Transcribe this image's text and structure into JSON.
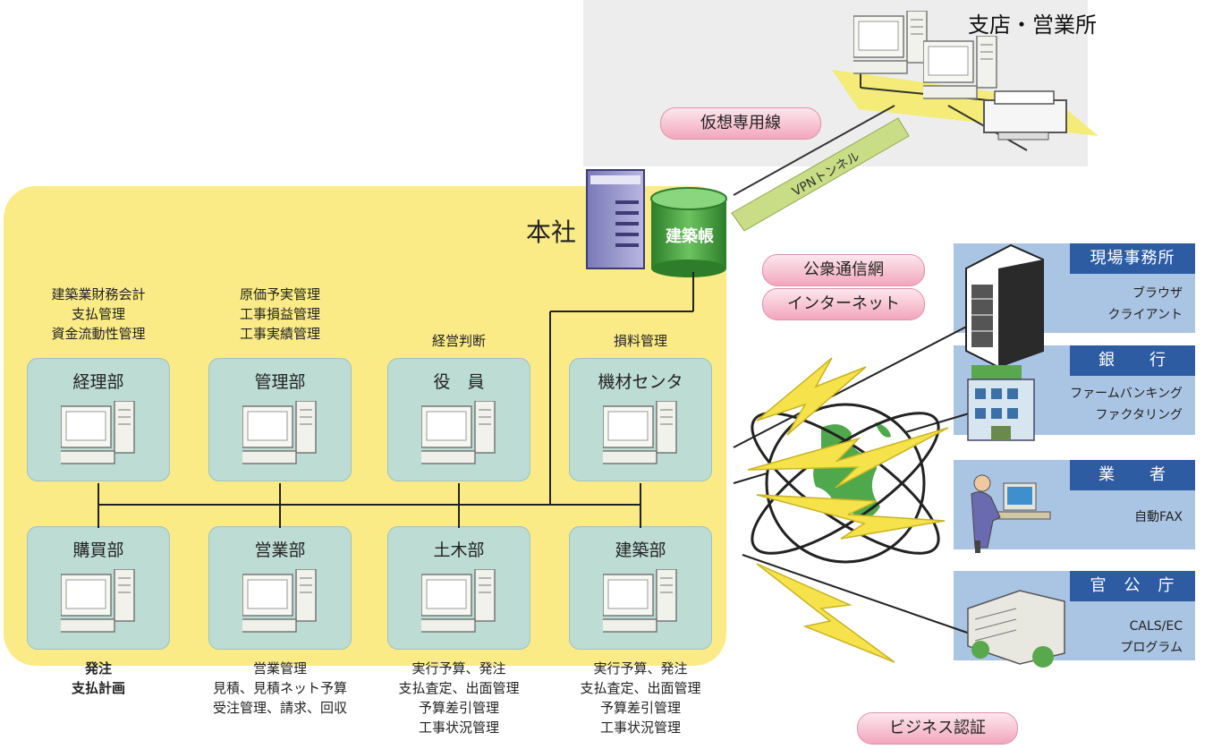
{
  "branch": {
    "label": "支店・営業所"
  },
  "hq": {
    "label": "本社",
    "db_label": "建築帳"
  },
  "pills": {
    "vpn_line": "仮想専用線",
    "public_network": "公衆通信網",
    "internet": "インターネット",
    "business_auth": "ビジネス認証"
  },
  "vpn_tunnel": "VPNトンネル",
  "departments": {
    "accounting": {
      "title": "経理部",
      "note": [
        "建築業財務会計",
        "支払管理",
        "資金流動性管理"
      ]
    },
    "management": {
      "title": "管理部",
      "note": [
        "原価予実管理",
        "工事損益管理",
        "工事実績管理"
      ]
    },
    "executive": {
      "title": "役　員",
      "note": [
        "経営判断"
      ]
    },
    "equipment": {
      "title": "機材センタ",
      "note": [
        "損料管理"
      ]
    },
    "purchasing": {
      "title": "購買部",
      "note": [
        "発注",
        "支払計画"
      ]
    },
    "sales": {
      "title": "営業部",
      "note": [
        "営業管理",
        "見積、見積ネット予算",
        "受注管理、請求、回収"
      ]
    },
    "civil": {
      "title": "土木部",
      "note": [
        "実行予算、発注",
        "支払査定、出面管理",
        "予算差引管理",
        "工事状況管理"
      ]
    },
    "construction": {
      "title": "建築部",
      "note": [
        "実行予算、発注",
        "支払査定、出面管理",
        "予算差引管理",
        "工事状況管理"
      ]
    }
  },
  "externals": {
    "site_office": {
      "title": "現場事務所",
      "lines": [
        "ブラウザ",
        "クライアント"
      ]
    },
    "bank": {
      "title": "銀　　行",
      "lines": [
        "ファームバンキング",
        "ファクタリング"
      ]
    },
    "vendor": {
      "title": "業　　者",
      "lines": [
        "自動FAX"
      ]
    },
    "government": {
      "title": "官　公　庁",
      "lines": [
        "CALS/EC",
        "プログラム"
      ]
    }
  },
  "colors": {
    "hq_background": "#fbeb87",
    "department_box": "#bddcd3",
    "external_box": "#aac4e3",
    "external_header": "#2d5ca3",
    "pill": "#f2a6bd",
    "lightning": "#f6e24a",
    "database": "#3f9f3a",
    "vpn_tunnel": "#c9dd86"
  },
  "icons": [
    "computer-icon",
    "server-icon",
    "database-icon",
    "printer-icon",
    "globe-icon",
    "lightning-icon",
    "office-building-icon",
    "bank-building-icon",
    "office-worker-icon",
    "government-building-icon"
  ]
}
